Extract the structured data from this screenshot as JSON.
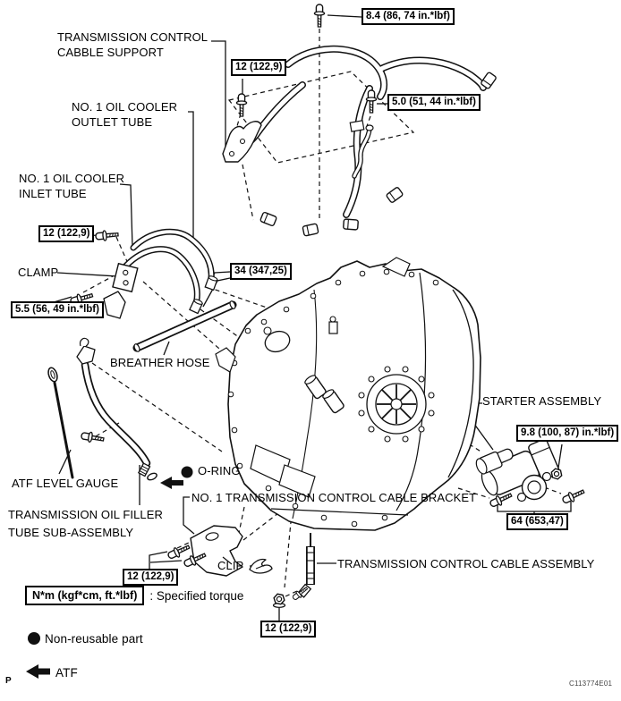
{
  "labels": {
    "cable_support_1": "TRANSMISSION CONTROL",
    "cable_support_2": "CABBLE SUPPORT",
    "outlet_1": "NO. 1 OIL COOLER",
    "outlet_2": "OUTLET TUBE",
    "inlet_1": "NO. 1 OIL COOLER",
    "inlet_2": "INLET TUBE",
    "clamp": "CLAMP",
    "breather_hose": "BREATHER HOSE",
    "atf_level_gauge": "ATF LEVEL GAUGE",
    "o_ring": "O-RING",
    "filler_1": "TRANSMISSION OIL FILLER",
    "filler_2": "TUBE SUB-ASSEMBLY",
    "cable_bracket": "NO. 1 TRANSMISSION CONTROL CABLE BRACKET",
    "clip": "CLIP",
    "cable_assembly": "TRANSMISSION CONTROL CABLE ASSEMBLY",
    "starter": "STARTER ASSEMBLY"
  },
  "torques": {
    "t84": "8.4 (86, 74 in.*lbf)",
    "t12_top": "12 (122,9)",
    "t50": "5.0 (51, 44 in.*lbf)",
    "t12_left": "12 (122,9)",
    "t34": "34 (347,25)",
    "t55": "5.5 (56, 49 in.*lbf)",
    "t98": "9.8 (100, 87) in.*lbf)",
    "t64": "64 (653,47)",
    "t12_bottom_left": "12 (122,9)",
    "t12_bottom_right": "12 (122,9)"
  },
  "legend": {
    "torque_unit": "N*m (kgf*cm, ft.*lbf)",
    "torque_meaning": ": Specified torque",
    "non_reusable": "Non-reusable part",
    "atf": "ATF",
    "markers": {
      "non_reusable_marker": "filled-circle",
      "atf_marker": "left-arrow",
      "torque_marker": "boxed-value"
    }
  },
  "footer": {
    "page_marker": "P",
    "figure_code": "C113774E01"
  },
  "colors": {
    "line": "#111111",
    "background": "#ffffff",
    "text": "#000000"
  }
}
